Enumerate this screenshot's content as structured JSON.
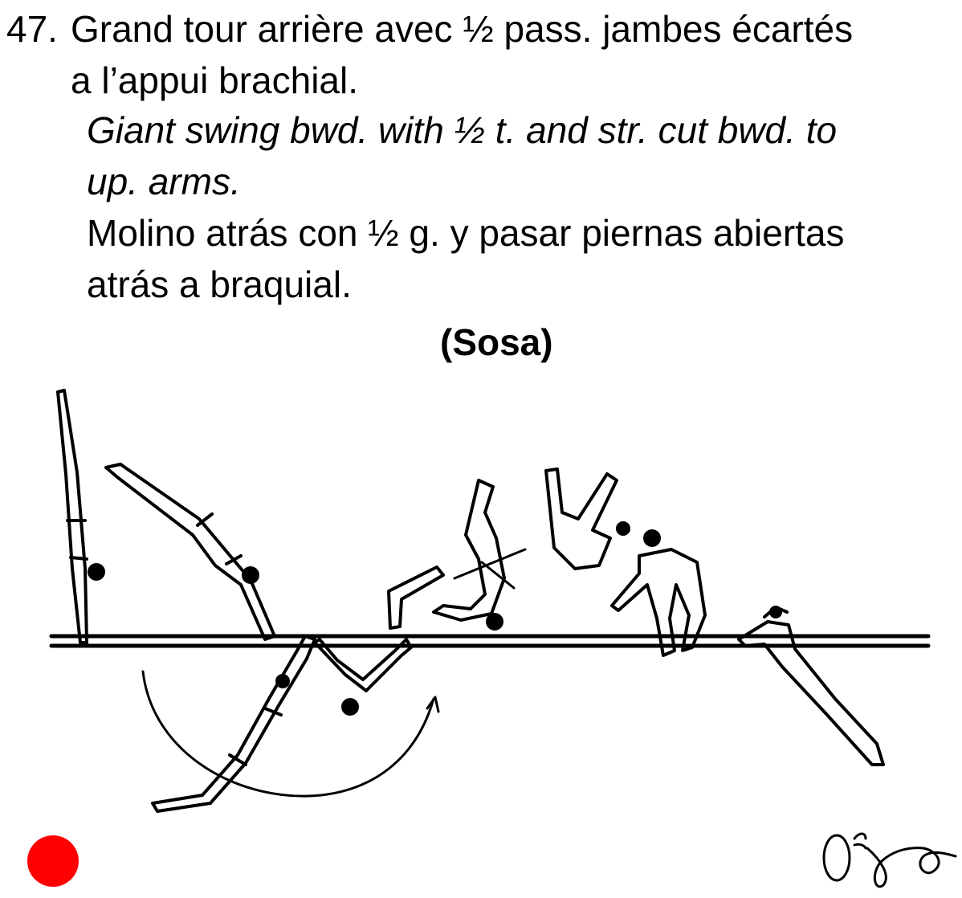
{
  "element": {
    "number": "47.",
    "french_line1": "Grand tour arrière avec ½ pass. jambes écartés",
    "french_line2": "a l’appui brachial.",
    "english_line1": "Giant swing bwd. with ½ t. and str. cut bwd. to",
    "english_line2": "up. arms.",
    "spanish_line1": "Molino atrás con ½ g. y pasar piernas abiertas",
    "spanish_line2": "atrás a braquial.",
    "author": "(Sosa)"
  },
  "illustration": {
    "subject": "gymnast on parallel bars performing giant swing backward sequence",
    "signature": "O°γ"
  },
  "colors": {
    "text": "#000000",
    "marker": "#ff0000"
  }
}
